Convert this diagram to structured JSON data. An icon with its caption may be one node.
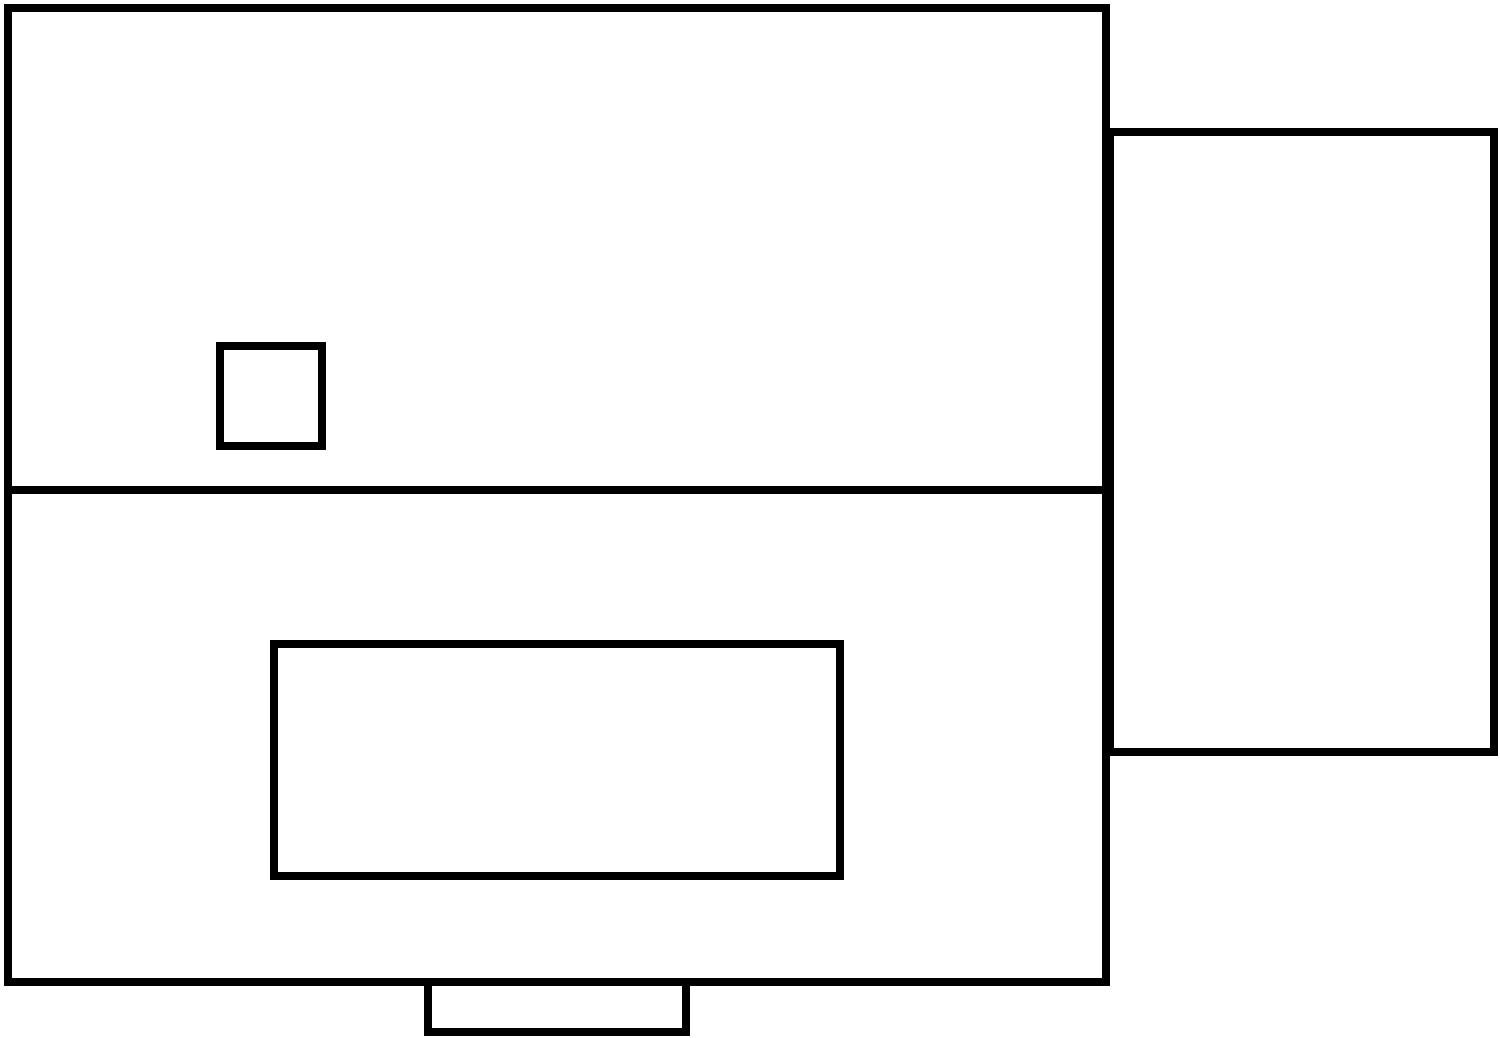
{
  "diagram": {
    "nodes": [
      {
        "text": [],
        "shape": "box"
      },
      {
        "text": [],
        "shape": "box",
        "in": 0
      },
      {
        "text": [],
        "shape": "box",
        "in": 0
      },
      {
        "text": [],
        "shape": "box",
        "in": 1
      },
      {
        "text": [],
        "shape": "box",
        "in": 2
      },
      {
        "text": [],
        "shape": "box"
      },
      {
        "text": [],
        "shape": "box"
      }
    ]
  }
}
